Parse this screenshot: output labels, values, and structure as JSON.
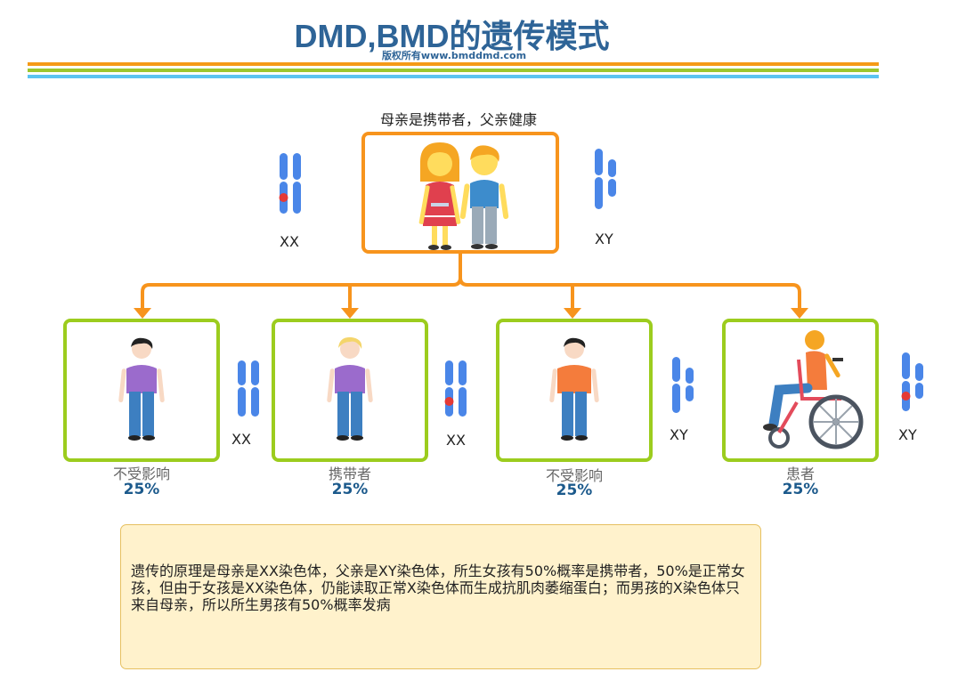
{
  "header": {
    "title": "DMD,BMD的遗传模式",
    "subtitle": "版权所有www.bmddmd.com",
    "colors": {
      "orange": "#f59a16",
      "green": "#9cc62e",
      "blue": "#5bc4f1"
    }
  },
  "parents": {
    "caption": "母亲是携带者，父亲健康",
    "mother_genotype": "XX",
    "father_genotype": "XY",
    "icon": "couple-icon",
    "mother_carries_mutation": true
  },
  "children": [
    {
      "label": "不受影响",
      "genotype": "XX",
      "percent": "25%",
      "icon": "girl-icon",
      "carries_mutation": false
    },
    {
      "label": "携带者",
      "genotype": "XX",
      "percent": "25%",
      "icon": "blonde-girl-icon",
      "carries_mutation": true
    },
    {
      "label": "不受影响",
      "genotype": "XY",
      "percent": "25%",
      "icon": "boy-icon",
      "carries_mutation": false
    },
    {
      "label": "患者",
      "genotype": "XY",
      "percent": "25%",
      "icon": "wheelchair-icon",
      "carries_mutation": true
    }
  ],
  "note": {
    "text": "遗传的原理是母亲是XX染色体，父亲是XY染色体，所生女孩有50%概率是携带者，50%是正常女孩，但由于女孩是XX染色体，仍能读取正常X染色体而生成抗肌肉萎缩蛋白；而男孩的X染色体只来自母亲，所以所生男孩有50%概率发病"
  }
}
